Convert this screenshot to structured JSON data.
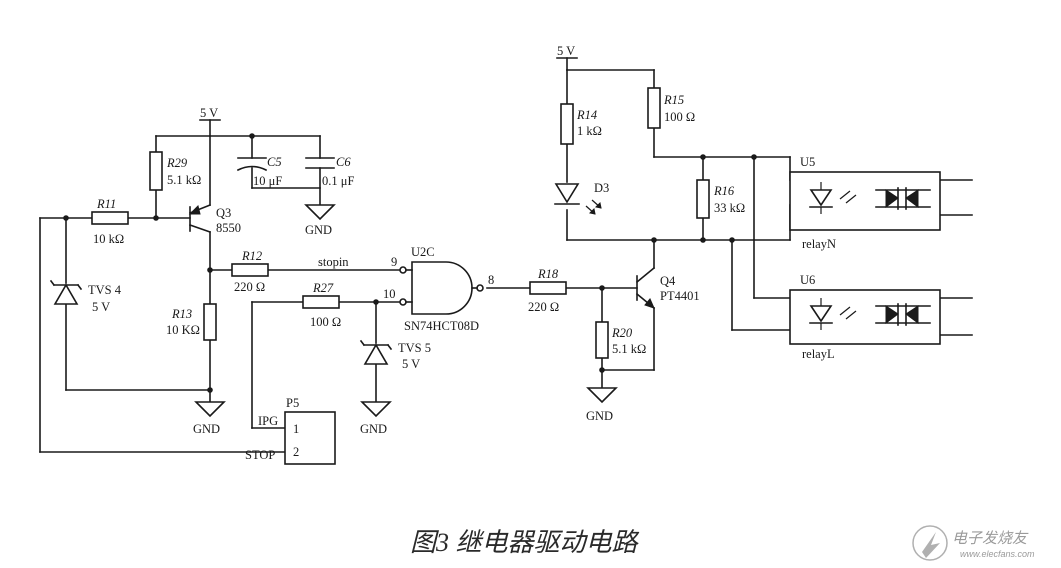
{
  "labels": {
    "vcc_left": "5 V",
    "vcc_right": "5 V",
    "r29_ref": "R29",
    "r29_val": "5.1 kΩ",
    "c5_ref": "C5",
    "c5_val": "10 μF",
    "c6_ref": "C6",
    "c6_val": "0.1 μF",
    "gnd_c": "GND",
    "r11_ref": "R11",
    "r11_val": "10 kΩ",
    "q3_ref": "Q3",
    "q3_val": "8550",
    "r12_ref": "R12",
    "r12_val": "220 Ω",
    "stopin": "stopin",
    "pin9": "9",
    "pin10": "10",
    "pin8": "8",
    "u2c_ref": "U2C",
    "u2c_val": "SN74HCT08D",
    "r27_ref": "R27",
    "r27_val": "100 Ω",
    "tvs4_ref": "TVS 4",
    "tvs4_val": "5 V",
    "tvs5_ref": "TVS 5",
    "tvs5_val": "5 V",
    "r13_ref": "R13",
    "r13_val": "10 KΩ",
    "gnd_left": "GND",
    "gnd_mid": "GND",
    "gnd_q4": "GND",
    "p5_ref": "P5",
    "p5_pin1": "1",
    "p5_pin2": "2",
    "ipg": "IPG",
    "stop": "STOP",
    "r14_ref": "R14",
    "r14_val": "1 kΩ",
    "r15_ref": "R15",
    "r15_val": "100 Ω",
    "d3_ref": "D3",
    "r16_ref": "R16",
    "r16_val": "33 kΩ",
    "r18_ref": "R18",
    "r18_val": "220 Ω",
    "q4_ref": "Q4",
    "q4_val": "PT4401",
    "r20_ref": "R20",
    "r20_val": "5.1 kΩ",
    "u5_ref": "U5",
    "u5_label": "relayN",
    "u6_ref": "U6",
    "u6_label": "relayL"
  },
  "caption": "图3 继电器驱动电路",
  "watermark": {
    "line1": "电子发烧友",
    "line2": "www.elecfans.com"
  }
}
